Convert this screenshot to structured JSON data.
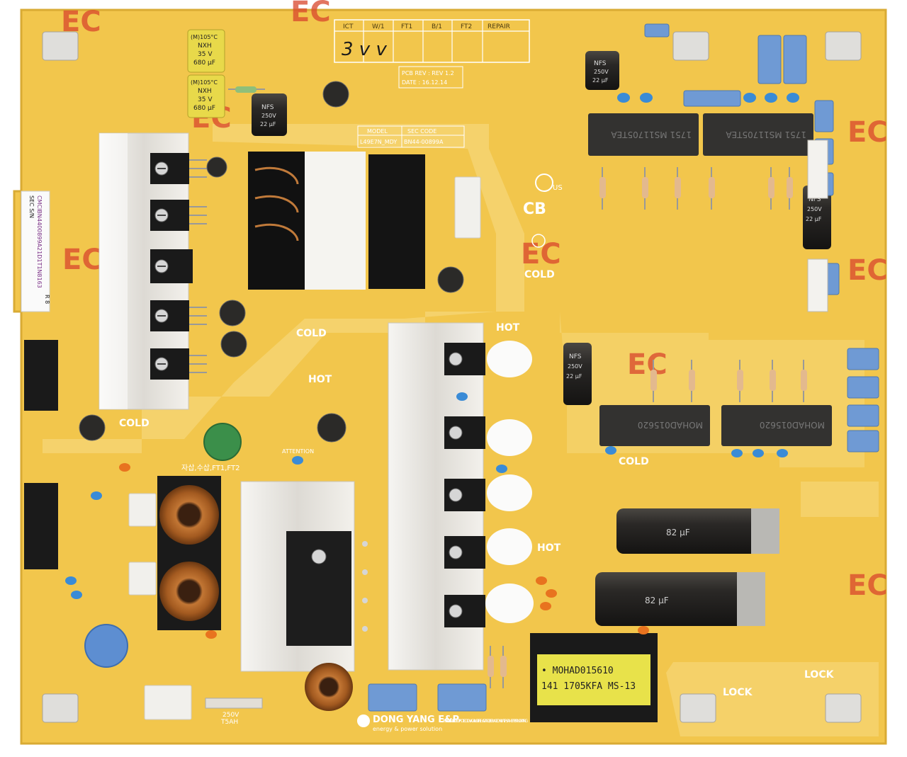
{
  "board": {
    "colors": {
      "pcb": "#f2c64c",
      "pcb_shadow": "#d9ab34",
      "trace": "#f7dc86",
      "silk": "#ffffff",
      "heatsink": "#eceae6",
      "cap_blue": "#6f9ad4",
      "ceramic_blue": "#3a8bd6",
      "ec_red": "#d9462c",
      "copper": "#b86a2a"
    },
    "ec_mark": "EC",
    "test_table": {
      "headers": [
        "ICT",
        "W/1",
        "FT1",
        "B/1",
        "FT2",
        "REPAIR"
      ]
    },
    "pcb_rev": "PCB REV : REV 1.2",
    "pcb_date": "DATE : 16.12.14",
    "model_table": {
      "header_model": "MODEL",
      "header_code": "SEC CODE",
      "model": "L49E7N_MDY",
      "code": "BN44-00899A"
    },
    "labels": {
      "cb": "CB",
      "us": "US",
      "cold": "COLD",
      "hot": "HOT",
      "lock": "LOCK",
      "attention": "ATTENTION",
      "korean_note": "자삽,수삽,FT1,FT2"
    },
    "barcode": {
      "line1": "SEC S/N",
      "line2": "CMCIBN4400899A21D1T1N8163",
      "line3": "R 8"
    },
    "caps": {
      "small_brand": "NFS",
      "small_v": "250V",
      "small_uf": "22 µF",
      "yellow_temp": "(M)105°C",
      "yellow_series": "NXH",
      "yellow_v": "35 V",
      "yellow_uf": "680 µF",
      "large_uf": "82 µF"
    },
    "relay_text": "1751 MS11705TEA",
    "relay_code": "MOHAD015620",
    "transformer": {
      "line1": "• MOHAD015610",
      "line2": "141  1705KFA  MS-13"
    },
    "fuse": {
      "v": "250V",
      "a": "T5AH"
    },
    "maker": {
      "name": "DONG YANG E&P",
      "tagline": "energy & power solution",
      "warning": "FOR CONTINUED PROTECTION AGAINST FIRE HAZARD, REPLACE ONLY WITH SAME TYPE AND RATING"
    },
    "handwriting": "3 v v"
  }
}
